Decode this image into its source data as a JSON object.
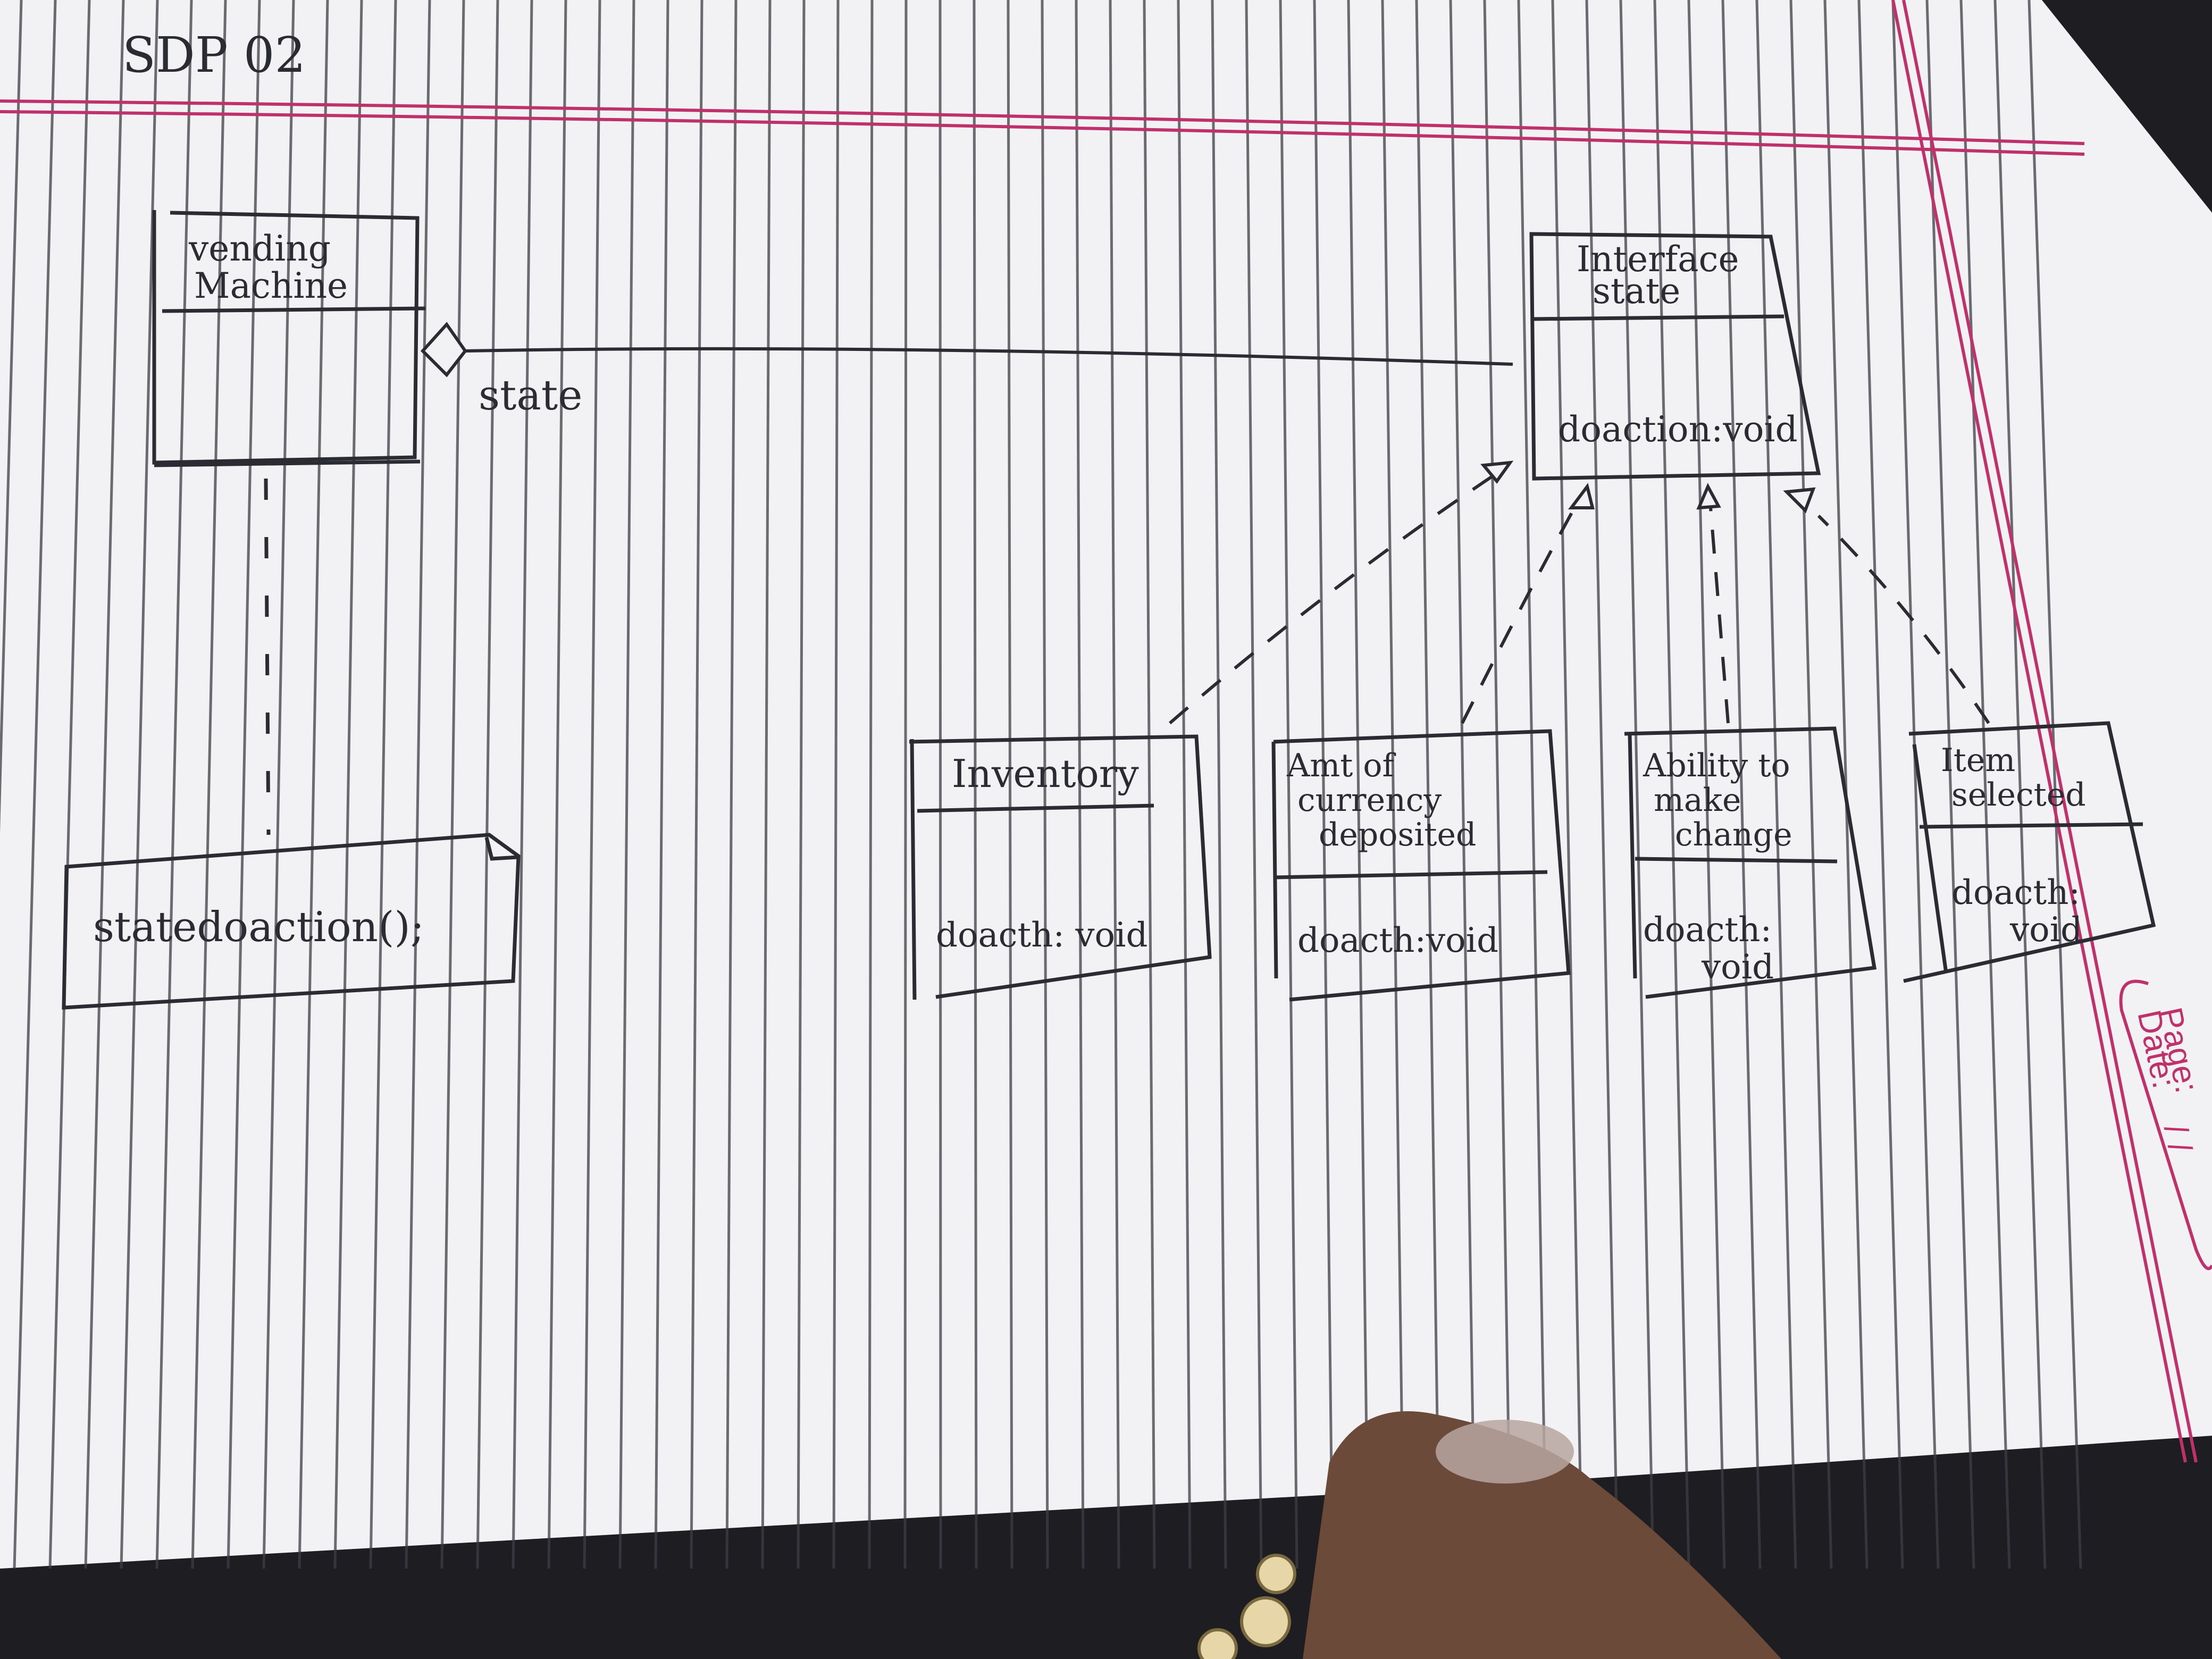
{
  "header": {
    "note_id": "SDP 02"
  },
  "context_class": {
    "name_line1": "vending",
    "name_line2": "Machine"
  },
  "aggregation": {
    "role_label": "state"
  },
  "note": {
    "text": "statedoaction();"
  },
  "interface_class": {
    "name_line1": "Interface",
    "name_line2": "state",
    "method": "doaction:void"
  },
  "states": [
    {
      "name_lines": [
        "Inventory"
      ],
      "method_lines": [
        "doacth: void"
      ]
    },
    {
      "name_lines": [
        "Amt of",
        "currency",
        "deposited"
      ],
      "method_lines": [
        "doacth:void"
      ]
    },
    {
      "name_lines": [
        "Ability to",
        "make",
        "change"
      ],
      "method_lines": [
        "doacth:",
        "void"
      ]
    },
    {
      "name_lines": [
        "Item",
        "selected"
      ],
      "method_lines": [
        "doacth:",
        "void"
      ]
    }
  ],
  "page_stamp": {
    "page_label": "Page:",
    "date_label": "Date:",
    "date_value": "/ /"
  },
  "colors": {
    "paper": "#f3f3f5",
    "rule_line": "#3a3a40",
    "margin_line": "#c0306a",
    "ink": "#2b2b33",
    "background": "#1e1e22",
    "thumb": "#6b4a3a"
  }
}
